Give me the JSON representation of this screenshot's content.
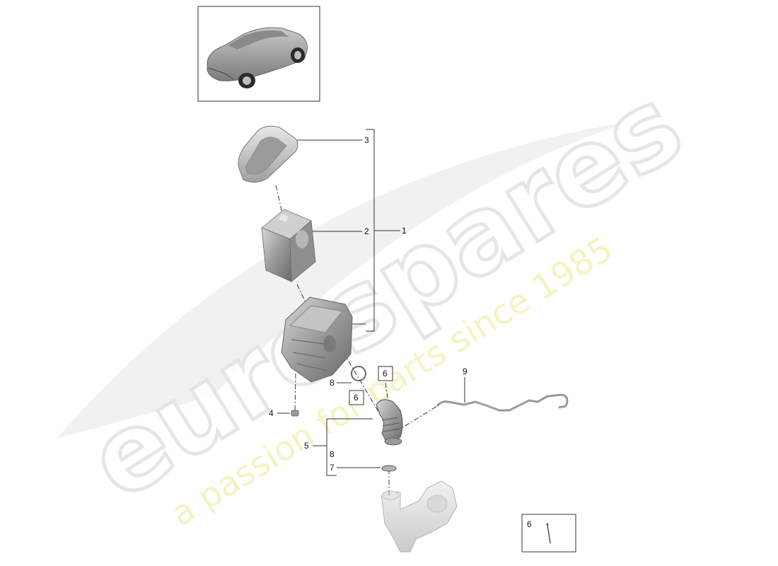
{
  "watermark": {
    "brand": "eurospares",
    "tagline": "a passion for parts since 1985",
    "brand_color": "#e6e6e6",
    "tagline_color": "#f3f0b0"
  },
  "thumbnail": {
    "icon": "car-suv-icon"
  },
  "callouts": {
    "c1": "1",
    "c2": "2",
    "c3": "3",
    "c4": "4",
    "c5": "5",
    "c6a": "6",
    "c6b": "6",
    "c7": "7",
    "c8a": "8",
    "c8b": "8",
    "c9": "9"
  },
  "legend": {
    "number": "6",
    "icon": "pin-clip-icon"
  }
}
